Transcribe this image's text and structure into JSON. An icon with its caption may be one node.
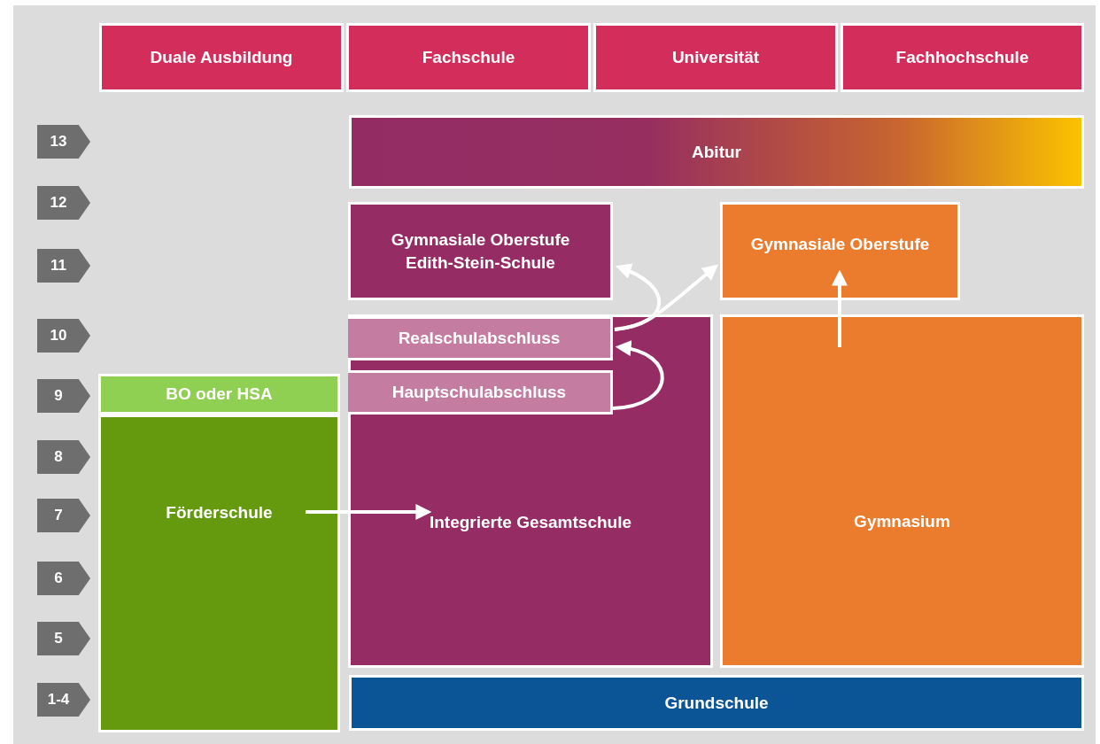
{
  "diagram": {
    "nodes": [
      {
        "text": [
          "Duale Ausbildung"
        ]
      },
      {
        "text": [
          "Fachschule"
        ]
      },
      {
        "text": [
          "Universität"
        ]
      },
      {
        "text": [
          "Fachhochschule"
        ]
      },
      {
        "text": [
          "Abitur"
        ]
      },
      {
        "text": [
          "Gymnasiale Oberstufe Edith-Stein-Schule"
        ]
      },
      {
        "text": [
          "Gymnasiale Oberstufe"
        ]
      },
      {
        "text": [
          "Integrierte Gesamtschule"
        ]
      },
      {
        "text": [
          "Realschulabschluss"
        ],
        "in": 7
      },
      {
        "text": [
          "Hauptschulabschluss"
        ],
        "in": 7
      },
      {
        "text": [
          "Gymnasium"
        ]
      },
      {
        "text": [
          "BO oder HSA"
        ]
      },
      {
        "text": [
          "Förderschule"
        ]
      },
      {
        "text": [
          "Grundschule"
        ]
      }
    ],
    "edges": [
      {
        "from": 9,
        "to": 8,
        "arrow": "to"
      },
      {
        "from": 8,
        "to": 5,
        "arrow": "to"
      },
      {
        "from": 8,
        "to": 6,
        "arrow": "to"
      },
      {
        "from": 10,
        "to": 6,
        "arrow": "to"
      },
      {
        "from": 12,
        "to": 7,
        "arrow": "to"
      }
    ],
    "labels": [
      "13",
      "12",
      "11",
      "10",
      "9",
      "8",
      "7",
      "6",
      "5",
      "1-4"
    ]
  }
}
